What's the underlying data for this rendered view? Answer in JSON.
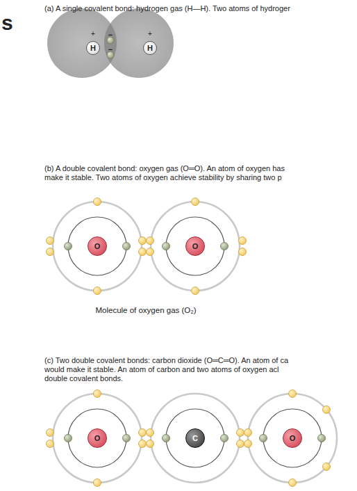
{
  "diagram": {
    "nodes": [
      {
        "text": [
          "H"
        ]
      },
      {
        "text": [
          "H"
        ]
      },
      {
        "text": [
          "O"
        ]
      },
      {
        "text": [
          "O"
        ]
      },
      {
        "text": [
          "O"
        ]
      },
      {
        "text": [
          "C"
        ]
      },
      {
        "text": [
          "O"
        ]
      }
    ],
    "labels": [
      "s",
      "(a) A single covalent bond: hydrogen gas (H—H). Two atoms of hydroger",
      "+",
      "+",
      "−",
      "−",
      "(b) A double covalent bond: oxygen gas (O═O). An atom of oxygen has",
      "make it stable. Two atoms of oxygen achieve stability by sharing two p",
      "Molecule of oxygen gas (O₂)",
      "(c) Two double covalent bonds: carbon dioxide (O═C═O). An atom of ca",
      "would make it stable. An atom of carbon and two atoms of oxygen acl",
      "double covalent bonds."
    ]
  }
}
